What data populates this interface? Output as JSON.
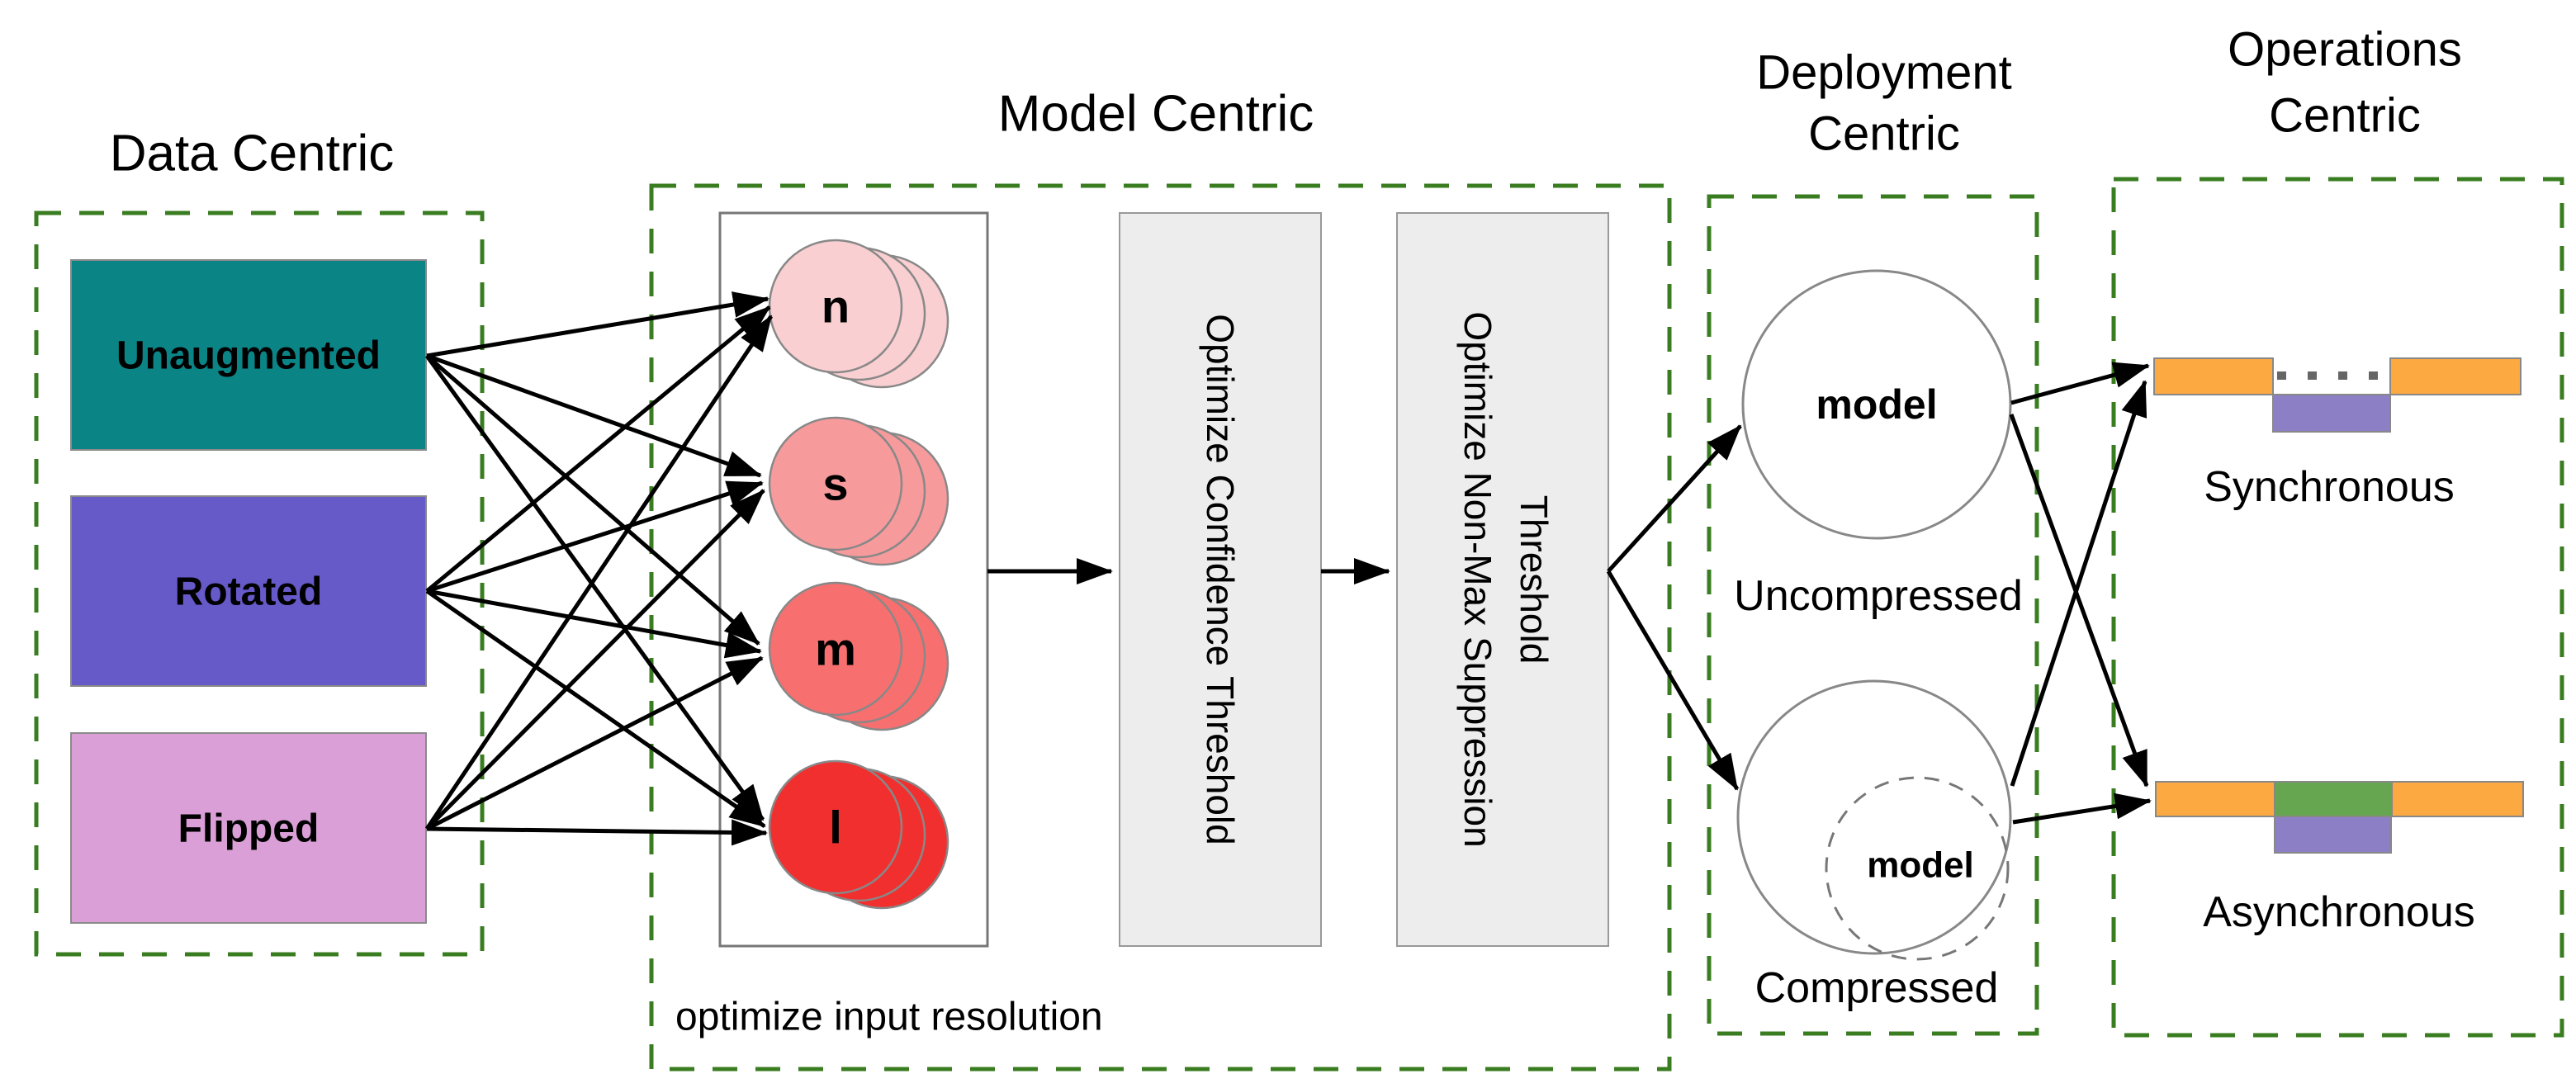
{
  "figure": {
    "data_centric": {
      "title": "Data Centric",
      "boxes": [
        {
          "label": "Unaugmented",
          "color": "#0b8486"
        },
        {
          "label": "Rotated",
          "color": "#6659c8"
        },
        {
          "label": "Flipped",
          "color": "#d99fd6"
        }
      ]
    },
    "model_centric": {
      "title": "Model Centric",
      "sizes": [
        {
          "label": "n",
          "color": "#f9cfd1"
        },
        {
          "label": "s",
          "color": "#f79a9c"
        },
        {
          "label": "m",
          "color": "#f76f6f"
        },
        {
          "label": "l",
          "color": "#f22f2f"
        }
      ],
      "caption": "optimize input resolution",
      "confidence_step": "Optimize Confidence Threshold",
      "nms_step_line1": "Optimize Non-Max Suppression",
      "nms_step_line2": "Threshold"
    },
    "deployment_centric": {
      "title_line1": "Deployment",
      "title_line2": "Centric",
      "uncompressed_circle_label": "model",
      "uncompressed_label": "Uncompressed",
      "compressed_circle_label": "model",
      "compressed_label": "Compressed"
    },
    "operations_centric": {
      "title_line1": "Operations",
      "title_line2": "Centric",
      "synchronous_label": "Synchronous",
      "asynchronous_label": "Asynchronous"
    }
  },
  "colors": {
    "dashed_border": "#3a7d21",
    "step_box_fill": "#ededed",
    "orange": "#fda942",
    "green": "#66a651",
    "purple": "#8d7fc6",
    "dotted_gap": "#666666"
  }
}
